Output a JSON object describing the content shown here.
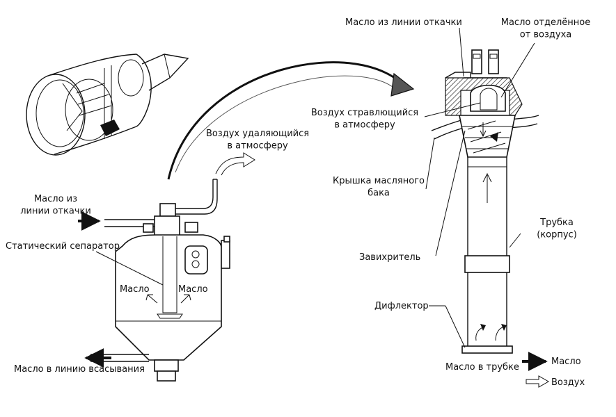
{
  "labels": {
    "oil_from_scavenge_left": "Масло из\nлинии откачки",
    "air_vented_left": "Воздух удаляющийся\nв атмосферу",
    "static_separator": "Статический сепаратор",
    "oil_left": "Масло",
    "oil_right": "Масло",
    "oil_to_suction": "Масло в линию всасывания",
    "oil_from_scavenge_right": "Масло из линии откачки",
    "oil_separated": "Масло отделённое\nот воздуха",
    "air_vented_right": "Воздух стравлющийся\nв атмосферу",
    "tank_cap": "Крышка масляного\nбака",
    "tube": "Трубка\n(корпус)",
    "swirler": "Завихритель",
    "deflector": "Дифлектор",
    "oil_in_tube": "Масло в трубке"
  },
  "legend": {
    "oil": "Масло",
    "air": "Воздух"
  },
  "colors": {
    "line": "#111111",
    "background": "#ffffff"
  }
}
